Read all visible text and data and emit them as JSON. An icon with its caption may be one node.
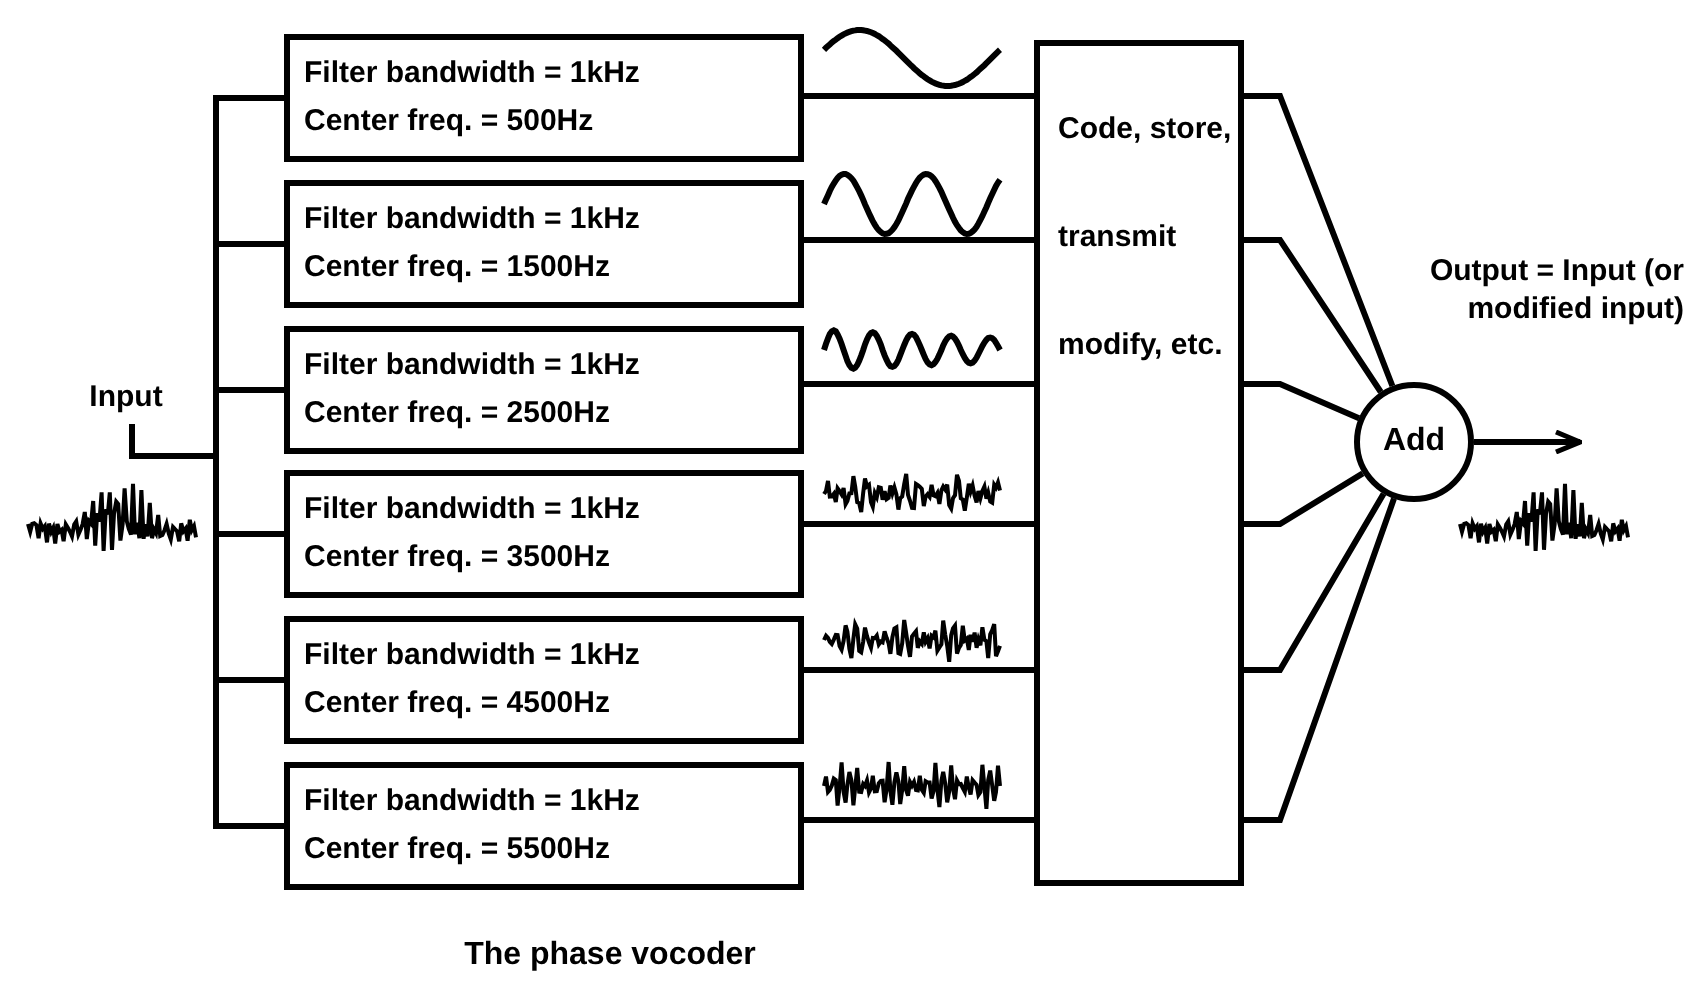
{
  "diagram": {
    "caption": "The phase vocoder",
    "nodes": [
      {
        "text": [
          "Input"
        ]
      },
      {
        "text": [
          "Filter bandwidth = 1kHz",
          "Center freq. = 500Hz"
        ]
      },
      {
        "text": [
          "Filter bandwidth = 1kHz",
          "Center freq. = 1500Hz"
        ]
      },
      {
        "text": [
          "Filter bandwidth = 1kHz",
          "Center freq. = 2500Hz"
        ]
      },
      {
        "text": [
          "Filter bandwidth = 1kHz",
          "Center freq. = 3500Hz"
        ]
      },
      {
        "text": [
          "Filter bandwidth = 1kHz",
          "Center freq. = 4500Hz"
        ]
      },
      {
        "text": [
          "Filter bandwidth = 1kHz",
          "Center freq. = 5500Hz"
        ]
      },
      {
        "text": [
          "Code, store, transmit modify, etc."
        ]
      },
      {
        "text": [
          "Add"
        ]
      }
    ],
    "edges": [
      {
        "from": 0,
        "to": 1,
        "arrow": "none"
      },
      {
        "from": 0,
        "to": 2,
        "arrow": "none"
      },
      {
        "from": 0,
        "to": 3,
        "arrow": "none"
      },
      {
        "from": 0,
        "to": 4,
        "arrow": "none"
      },
      {
        "from": 0,
        "to": 5,
        "arrow": "none"
      },
      {
        "from": 0,
        "to": 6,
        "arrow": "none"
      },
      {
        "from": 1,
        "to": 7,
        "arrow": "none"
      },
      {
        "from": 2,
        "to": 7,
        "arrow": "none"
      },
      {
        "from": 3,
        "to": 7,
        "arrow": "none"
      },
      {
        "from": 4,
        "to": 7,
        "arrow": "none"
      },
      {
        "from": 5,
        "to": 7,
        "arrow": "none"
      },
      {
        "from": 6,
        "to": 7,
        "arrow": "none"
      },
      {
        "from": 7,
        "to": 8,
        "arrow": "none"
      },
      {
        "from": 7,
        "to": 8,
        "arrow": "none"
      },
      {
        "from": 7,
        "to": 8,
        "arrow": "none"
      },
      {
        "from": 7,
        "to": 8,
        "arrow": "none"
      },
      {
        "from": 7,
        "to": 8,
        "arrow": "none"
      },
      {
        "from": 7,
        "to": 8,
        "arrow": "none"
      },
      {
        "from": 8,
        "to": null,
        "arrow": "to"
      }
    ],
    "labels": [
      "Output = Input (or modified input)"
    ]
  }
}
